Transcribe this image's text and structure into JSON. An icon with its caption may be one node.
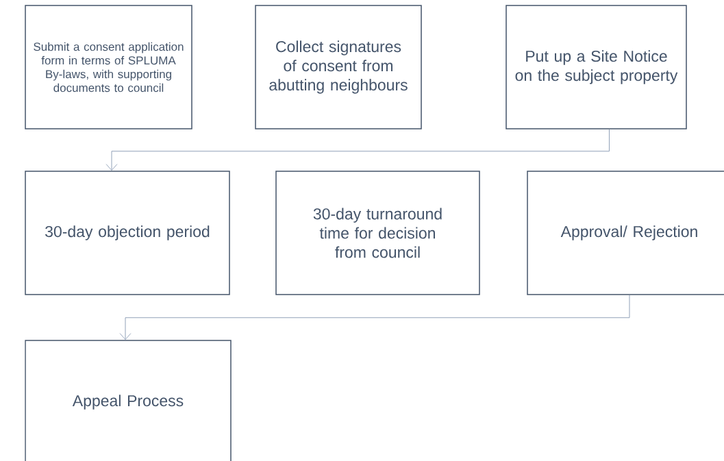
{
  "diagram": {
    "nodes": [
      {
        "text": [
          "Submit a consent application form in terms of SPLUMA By-laws, with supporting documents to council"
        ]
      },
      {
        "text": [
          "Collect signatures of consent from abutting neighbours"
        ]
      },
      {
        "text": [
          "Put up a Site Notice on the subject property"
        ]
      },
      {
        "text": [
          "30-day objection period"
        ]
      },
      {
        "text": [
          "30-day turnaround time for decision from council"
        ]
      },
      {
        "text": [
          "Approval/ Rejection"
        ]
      },
      {
        "text": [
          "Appeal Process"
        ]
      }
    ],
    "edges": [
      {
        "from": 2,
        "to": 3,
        "arrow": "to"
      },
      {
        "from": 5,
        "to": 6,
        "arrow": "to"
      }
    ]
  }
}
